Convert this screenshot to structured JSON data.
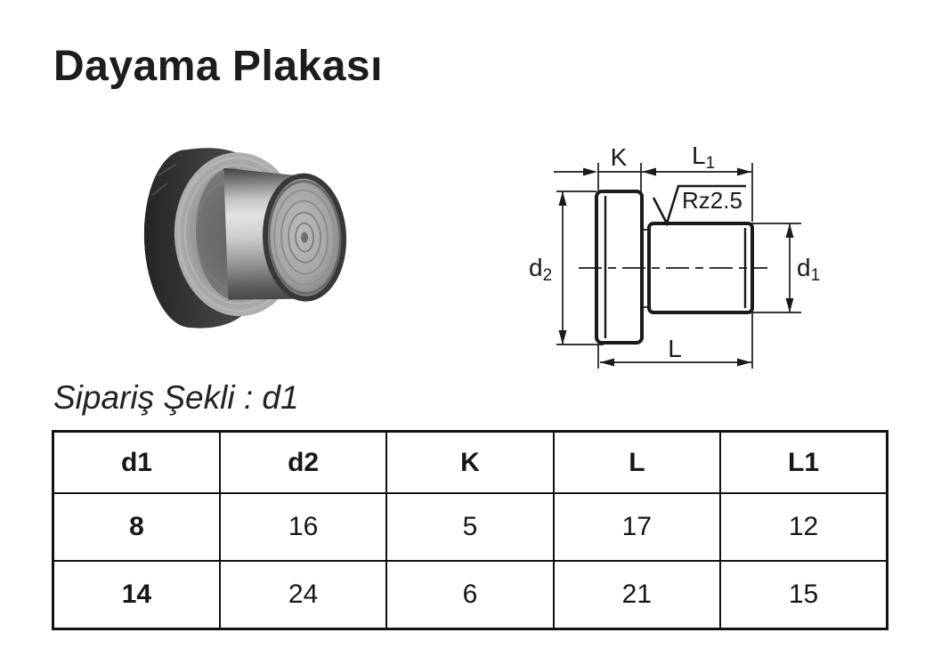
{
  "page": {
    "title": "Dayama Plakası",
    "order_note": "Sipariş Şekli : d1"
  },
  "drawing": {
    "labels": {
      "k": "K",
      "l1_main": "L",
      "l1_sub": "1",
      "d2_main": "d",
      "d2_sub": "2",
      "d1_main": "d",
      "d1_sub": "1",
      "l": "L",
      "roughness": "Rz2.5"
    }
  },
  "table": {
    "headers": [
      "d1",
      "d2",
      "K",
      "L",
      "L1"
    ],
    "rows": [
      [
        "8",
        "16",
        "5",
        "17",
        "12"
      ],
      [
        "14",
        "24",
        "6",
        "21",
        "15"
      ]
    ]
  },
  "colors": {
    "ink": "#1a1a1a",
    "paper": "#ffffff"
  }
}
